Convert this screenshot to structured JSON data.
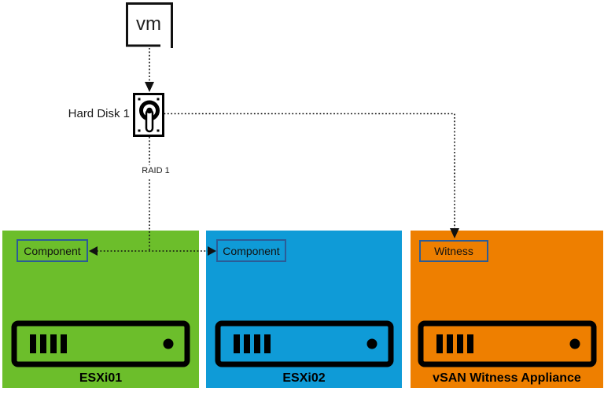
{
  "vm": {
    "label": "vm"
  },
  "disk": {
    "label": "Hard Disk 1"
  },
  "raid": {
    "label": "RAID 1"
  },
  "hosts": [
    {
      "name": "ESXi01",
      "object_label": "Component",
      "color": "#6CBE2B"
    },
    {
      "name": "ESXi02",
      "object_label": "Component",
      "color": "#0F9BD7"
    },
    {
      "name": "vSAN Witness Appliance",
      "object_label": "Witness",
      "color": "#EE7F00"
    }
  ],
  "icons": {
    "vm": "vm-icon",
    "hard_disk": "hard-disk-icon",
    "server": "server-icon"
  },
  "colors": {
    "background": "#FFFFFF",
    "connector": "#111111",
    "icon_stroke": "#000000",
    "object_box_border": "#2B5C97",
    "host_green": "#6CBE2B",
    "host_blue": "#0F9BD7",
    "host_orange": "#EE7F00"
  }
}
